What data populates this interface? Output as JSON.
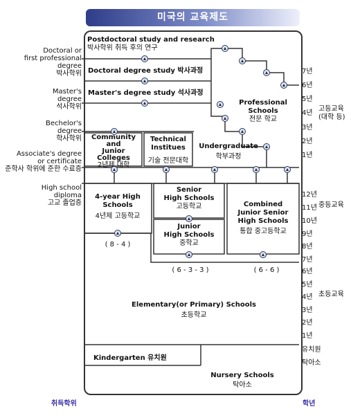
{
  "title": "미국의 교육제도",
  "left_labels": {
    "doctoral": [
      "Doctoral or",
      "first professional",
      "degree",
      "박사학위"
    ],
    "masters": [
      "Master's",
      "degree",
      "석사학위"
    ],
    "bachelors": [
      "Bechelor's",
      "degree",
      "학사학위"
    ],
    "associate": [
      "Associate's degree",
      "or certificate",
      "준학사 학위에 준한 수료증"
    ],
    "hs_diploma": [
      "High school",
      "diploma",
      "고교 졸업증"
    ]
  },
  "boxes": {
    "postdoc": [
      "Postdoctoral study and research",
      "박사학위 취득 후의 연구"
    ],
    "doctoral_study": "Doctoral degree study 박사과정",
    "masters_study": "Master's degree study 석사과정",
    "professional": [
      "Professional",
      "Schools",
      "전문 학교"
    ],
    "community": [
      "Community",
      "and",
      "Junior Colleges",
      "2년제 대학"
    ],
    "technical": [
      "Technical",
      "Institues",
      "기술 전문대학"
    ],
    "undergraduate": [
      "Undergraduate",
      "학부과정"
    ],
    "hs4": [
      "4-year High",
      "Schools",
      "4년제 고등학교"
    ],
    "hs4_ratio": "( 8 - 4 )",
    "senior_hs": [
      "Senior",
      "High Schools",
      "고등학교"
    ],
    "junior_hs": [
      "Junior",
      "High Schools",
      "중학교"
    ],
    "jr_ratio": "( 6 - 3 - 3 )",
    "combined": [
      "Combined",
      "Junior Senior",
      "High Schools",
      "통합 중고등학교"
    ],
    "combined_ratio": "( 6 - 6 )",
    "elementary": [
      "Elementary(or Primary) Schools",
      "초등학교"
    ],
    "kindergarten": "Kindergarten 유치원",
    "nursery": [
      "Nursery Schools",
      "탁아소"
    ]
  },
  "right_years": {
    "higher": [
      "7년",
      "6년",
      "5년",
      "4년",
      "3년",
      "2년",
      "1년"
    ],
    "secondary": [
      "12년",
      "11년",
      "10년",
      "9년",
      "8년",
      "7년"
    ],
    "primary": [
      "6년",
      "5년",
      "4년",
      "3년",
      "2년",
      "1년"
    ],
    "preschool": [
      "유치원",
      "탁아소"
    ]
  },
  "right_groups": {
    "higher": [
      "고등교육",
      "(대학 등)"
    ],
    "secondary": "중등교육",
    "primary": "초등교육"
  },
  "footer": {
    "left": "취득학위",
    "right": "학년"
  },
  "colors": {
    "accent": "#2f3d8a",
    "node_fill": "#d7e6f5",
    "footer": "#3b2fa8"
  }
}
